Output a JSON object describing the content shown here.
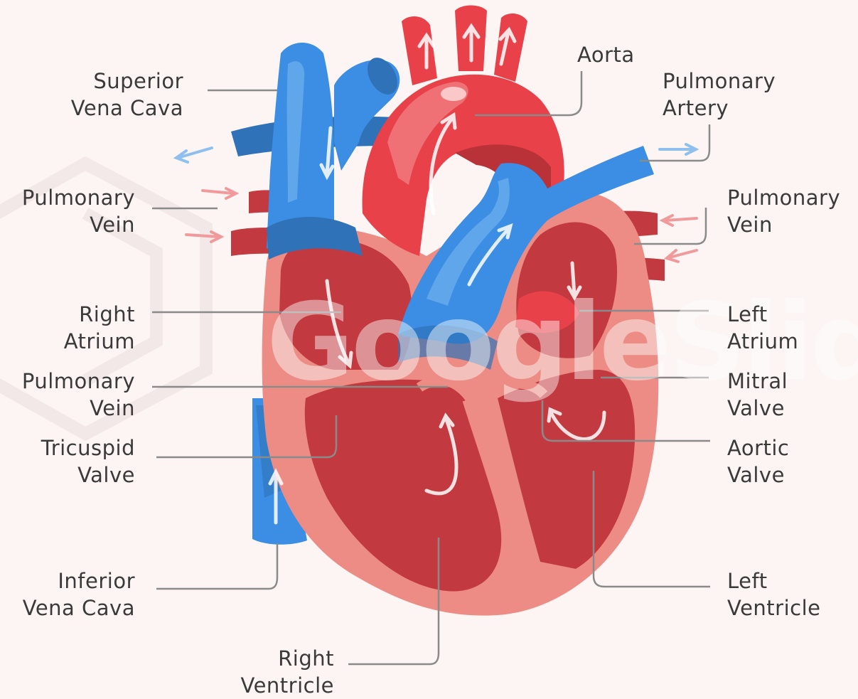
{
  "labels": {
    "superior_vena_cava": "Superior\nVena Cava",
    "aorta": "Aorta",
    "pulmonary_artery": "Pulmonary\nArtery",
    "pulmonary_vein_left": "Pulmonary\nVein",
    "pulmonary_vein_right": "Pulmonary\nVein",
    "right_atrium": "Right\nAtrium",
    "left_atrium": "Left\nAtrium",
    "pulmonary_vein_lower": "Pulmonary\nVein",
    "mitral_valve": "Mitral\nValve",
    "tricuspid_valve": "Tricuspid\nValve",
    "aortic_valve": "Aortic\nValve",
    "inferior_vena_cava": "Inferior\nVena Cava",
    "left_ventricle": "Left\nVentricle",
    "right_ventricle": "Right\nVentricle"
  },
  "watermark": "GoogleSlid",
  "colors": {
    "background": "#fcf5f4",
    "muscle_outer": "#ec8c84",
    "chamber": "#c23a40",
    "artery_red": "#e8414a",
    "vein_blue": "#3b8ee3",
    "leader_line": "#8a8a8a"
  }
}
